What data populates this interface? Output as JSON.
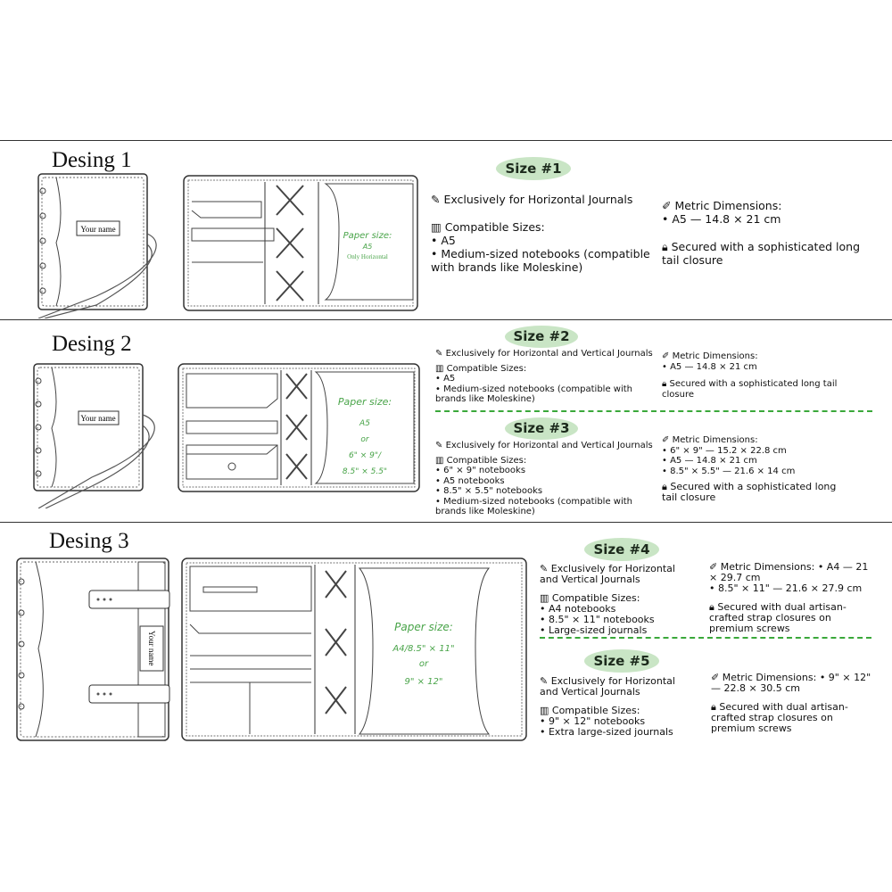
{
  "designs": [
    {
      "title": "Desing 1",
      "name_label": "Your name",
      "paper_label": "Paper size:",
      "paper_value": "A5",
      "paper_note": "Only Horizontal"
    },
    {
      "title": "Desing 2",
      "name_label": "Your name",
      "paper_label": "Paper size:",
      "paper_values": [
        "A5",
        "or",
        "6\" × 9\"/",
        "8.5\" × 5.5\""
      ]
    },
    {
      "title": "Desing 3",
      "name_label": "Your name",
      "paper_label": "Paper size:",
      "paper_values": [
        "A4/8.5\" × 11\"",
        "or",
        "9\" × 12\""
      ]
    }
  ],
  "sizes": [
    {
      "label": "Size #1",
      "usage": "Exclusively for Horizontal Journals",
      "compat_title": "Compatible Sizes:",
      "compat": [
        "• A5",
        "• Medium-sized notebooks (compatible with brands like Moleskine)"
      ],
      "metric_title": "Metric Dimensions:",
      "metric": [
        "• A5 — 14.8 × 21 cm"
      ],
      "closure": "Secured with a sophisticated long tail closure"
    },
    {
      "label": "Size #2",
      "usage": "Exclusively for Horizontal and Vertical Journals",
      "compat_title": "Compatible Sizes:",
      "compat": [
        "• A5",
        "• Medium-sized notebooks (compatible with brands like Moleskine)"
      ],
      "metric_title": "Metric Dimensions:",
      "metric": [
        "• A5 — 14.8 × 21 cm"
      ],
      "closure": "Secured with a sophisticated long tail closure"
    },
    {
      "label": "Size #3",
      "usage": "Exclusively for Horizontal and Vertical Journals",
      "compat_title": "Compatible Sizes:",
      "compat": [
        "• 6\" × 9\" notebooks",
        "• A5 notebooks",
        "• 8.5\" × 5.5\" notebooks",
        "• Medium-sized notebooks (compatible with brands like Moleskine)"
      ],
      "metric_title": "Metric Dimensions:",
      "metric": [
        "• 6\" × 9\" — 15.2 × 22.8 cm",
        "• A5 — 14.8 × 21 cm",
        "• 8.5\" × 5.5\" — 21.6 × 14 cm"
      ],
      "closure": "Secured with a sophisticated long tail closure"
    },
    {
      "label": "Size #4",
      "usage": "Exclusively for Horizontal and Vertical Journals",
      "compat_title": "Compatible Sizes:",
      "compat": [
        "• A4 notebooks",
        "• 8.5\" × 11\" notebooks",
        "• Large-sized journals"
      ],
      "metric_title": "Metric Dimensions: • A4 — 21 × 29.7 cm",
      "metric": [
        "• 8.5\" × 11\" — 21.6 × 27.9 cm"
      ],
      "closure": "Secured with dual artisan-crafted strap closures on premium screws"
    },
    {
      "label": "Size #5",
      "usage": "Exclusively for Horizontal and Vertical Journals",
      "compat_title": "Compatible Sizes:",
      "compat": [
        "• 9\" × 12\" notebooks",
        "• Extra large-sized journals"
      ],
      "metric_title": "Metric Dimensions: • 9\" × 12\" — 22.8 × 30.5 cm",
      "metric": [],
      "closure": "Secured with dual artisan-crafted strap closures on premium screws"
    }
  ],
  "colors": {
    "pill": "#c9e5c5",
    "dash": "#3aa83a",
    "paper_text": "#49a449"
  }
}
